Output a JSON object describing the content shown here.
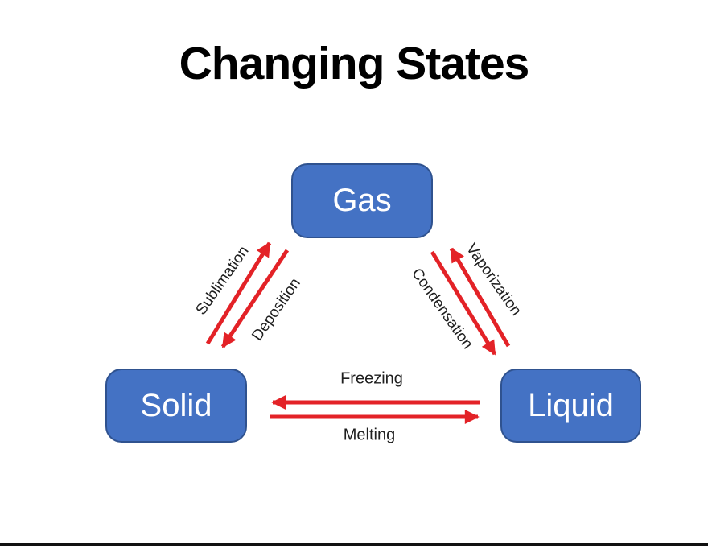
{
  "slide": {
    "title": "Changing States"
  },
  "colors": {
    "slide_bg": "#ffffff",
    "title_text": "#000000",
    "box_fill": "#4472c4",
    "box_border": "#2f528f",
    "box_text": "#ffffff",
    "arrow": "#e32227",
    "label_text": "#1f1f1f",
    "bottom_border": "#111111"
  },
  "nodes": [
    {
      "id": "gas",
      "label": "Gas"
    },
    {
      "id": "solid",
      "label": "Solid"
    },
    {
      "id": "liquid",
      "label": "Liquid"
    }
  ],
  "transitions": [
    {
      "id": "sublimation",
      "label": "Sublimation",
      "from": "solid",
      "to": "gas"
    },
    {
      "id": "deposition",
      "label": "Deposition",
      "from": "gas",
      "to": "solid"
    },
    {
      "id": "vaporization",
      "label": "Vaporization",
      "from": "liquid",
      "to": "gas"
    },
    {
      "id": "condensation",
      "label": "Condensation",
      "from": "gas",
      "to": "liquid"
    },
    {
      "id": "freezing",
      "label": "Freezing",
      "from": "liquid",
      "to": "solid"
    },
    {
      "id": "melting",
      "label": "Melting",
      "from": "solid",
      "to": "liquid"
    }
  ]
}
